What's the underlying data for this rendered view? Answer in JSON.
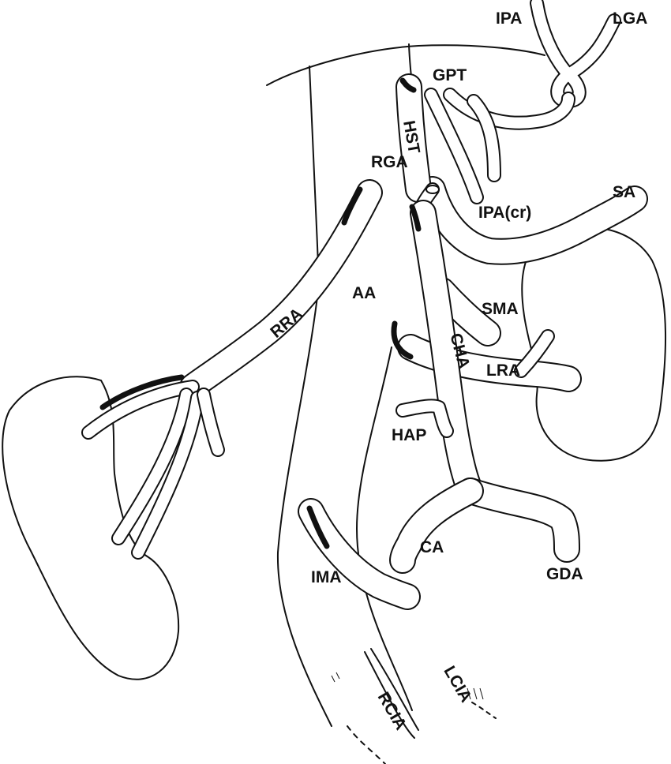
{
  "labels": {
    "ipa": "IPA",
    "lga": "LGA",
    "gpt": "GPT",
    "hst": "HST",
    "rga": "RGA",
    "ipa_cr": "IPA(cr)",
    "sa": "SA",
    "aa": "AA",
    "rra": "RRA",
    "sma": "SMA",
    "cha": "CHA",
    "lra": "LRA",
    "hap": "HAP",
    "ca": "CA",
    "gda": "GDA",
    "ima": "IMA",
    "lcia": "LCIA",
    "rcia": "RCIA"
  }
}
